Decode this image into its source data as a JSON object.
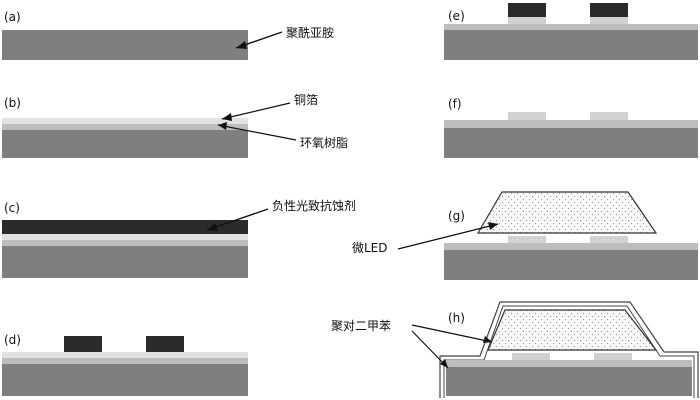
{
  "panels": [
    {
      "id": "a",
      "label": "(a)"
    },
    {
      "id": "b",
      "label": "(b)"
    },
    {
      "id": "c",
      "label": "(c)"
    },
    {
      "id": "d",
      "label": "(d)"
    },
    {
      "id": "e",
      "label": "(e)"
    },
    {
      "id": "f",
      "label": "(f)"
    },
    {
      "id": "g",
      "label": "(g)"
    },
    {
      "id": "h",
      "label": "(h)"
    }
  ],
  "callouts": {
    "polyimide": "聚酰亚胺",
    "copper_foil": "铜箔",
    "epoxy": "环氧树脂",
    "negative_photoresist": "负性光致抗蚀剂",
    "micro_led": "微LED",
    "parylene": "聚对二甲苯"
  },
  "colors": {
    "polyimide": "#7f7f7f",
    "copper_foil": "#dcdcdc",
    "epoxy": "#bdbdbd",
    "photoresist": "#2b2b2b",
    "led_fill": "#f7f7f7"
  }
}
